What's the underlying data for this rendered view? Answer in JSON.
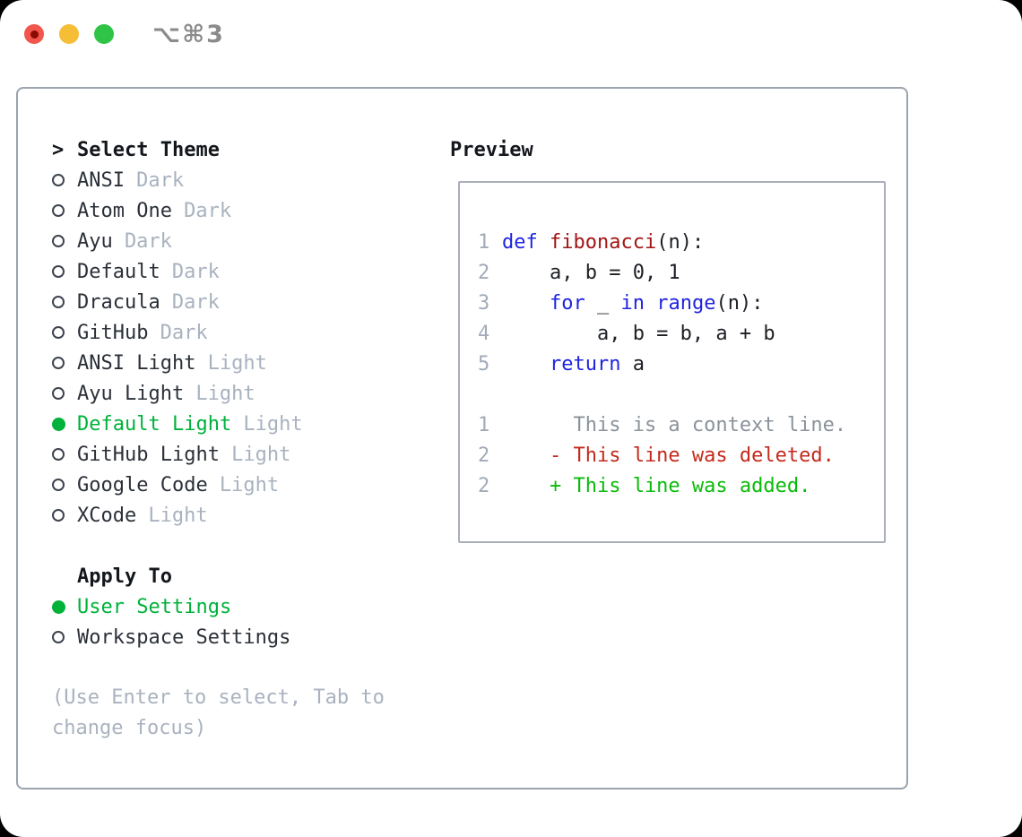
{
  "window": {
    "title": "⌥⌘3",
    "traffic_lights": [
      {
        "name": "close",
        "color": "#f2554c"
      },
      {
        "name": "minimize",
        "color": "#f6bd37"
      },
      {
        "name": "zoom",
        "color": "#2fc347"
      }
    ]
  },
  "theme_selector": {
    "header_prefix": ">",
    "header": "Select Theme",
    "themes": [
      {
        "name": "ANSI",
        "variant": "Dark",
        "selected": false
      },
      {
        "name": "Atom One",
        "variant": "Dark",
        "selected": false
      },
      {
        "name": "Ayu",
        "variant": "Dark",
        "selected": false
      },
      {
        "name": "Default",
        "variant": "Dark",
        "selected": false
      },
      {
        "name": "Dracula",
        "variant": "Dark",
        "selected": false
      },
      {
        "name": "GitHub",
        "variant": "Dark",
        "selected": false
      },
      {
        "name": "ANSI Light",
        "variant": "Light",
        "selected": false
      },
      {
        "name": "Ayu Light",
        "variant": "Light",
        "selected": false
      },
      {
        "name": "Default Light",
        "variant": "Light",
        "selected": true
      },
      {
        "name": "GitHub Light",
        "variant": "Light",
        "selected": false
      },
      {
        "name": "Google Code",
        "variant": "Light",
        "selected": false
      },
      {
        "name": "XCode",
        "variant": "Light",
        "selected": false
      }
    ]
  },
  "apply_to": {
    "header": "Apply To",
    "options": [
      {
        "name": "User Settings",
        "selected": true
      },
      {
        "name": "Workspace Settings",
        "selected": false
      }
    ]
  },
  "hint": "(Use Enter to select, Tab to change focus)",
  "preview": {
    "header": "Preview",
    "code_lines": [
      {
        "num": "1",
        "segments": [
          {
            "t": "def",
            "s": "kw"
          },
          {
            "t": " ",
            "s": "p"
          },
          {
            "t": "fibonacci",
            "s": "fn"
          },
          {
            "t": "(n):",
            "s": "p"
          }
        ]
      },
      {
        "num": "2",
        "segments": [
          {
            "t": "    a, b = 0, 1",
            "s": "p"
          }
        ]
      },
      {
        "num": "3",
        "segments": [
          {
            "t": "    ",
            "s": "p"
          },
          {
            "t": "for",
            "s": "kw"
          },
          {
            "t": " _ ",
            "s": "p"
          },
          {
            "t": "in",
            "s": "kw"
          },
          {
            "t": " ",
            "s": "p"
          },
          {
            "t": "range",
            "s": "kw"
          },
          {
            "t": "(n):",
            "s": "p"
          }
        ]
      },
      {
        "num": "4",
        "segments": [
          {
            "t": "        a, b = b, a + b",
            "s": "p"
          }
        ]
      },
      {
        "num": "5",
        "segments": [
          {
            "t": "    ",
            "s": "p"
          },
          {
            "t": "return",
            "s": "kw"
          },
          {
            "t": " a",
            "s": "p"
          }
        ]
      }
    ],
    "diff_lines": [
      {
        "num": "1",
        "type": "context",
        "text": "      This is a context line."
      },
      {
        "num": "2",
        "type": "deleted",
        "text": "    - This line was deleted."
      },
      {
        "num": "2",
        "type": "added",
        "text": "    + This line was added."
      }
    ]
  },
  "colors": {
    "selection_green": "#00b23a",
    "keyword_blue": "#2025dd",
    "function_red": "#a31515",
    "diff_added": "#0abb0a",
    "diff_deleted": "#c42a1c",
    "diff_context": "#8b929a",
    "muted_gray": "#a9b2bf",
    "panel_border": "#9aa3ae"
  }
}
